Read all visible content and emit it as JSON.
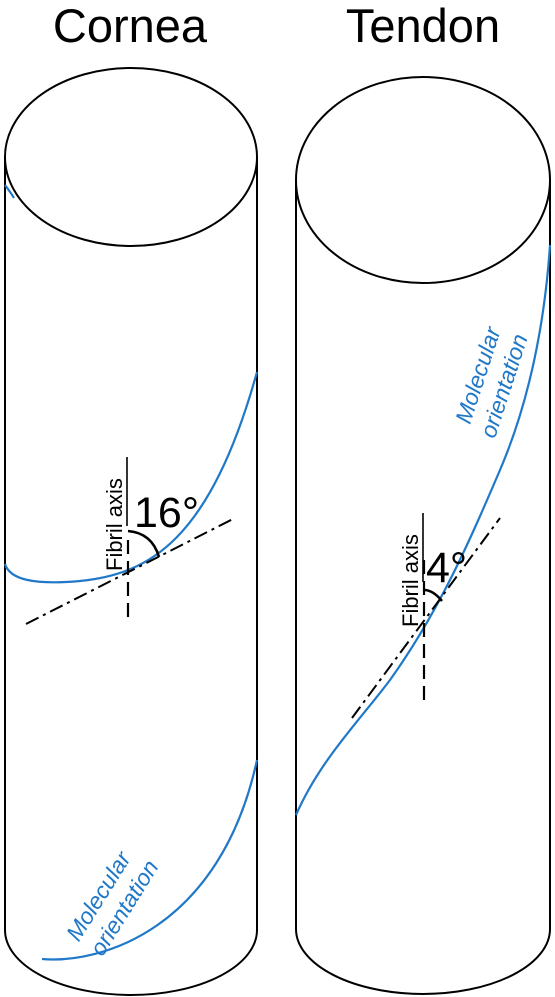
{
  "colors": {
    "outline": "#000000",
    "helix": "#1f78c8"
  },
  "panels": [
    {
      "title": "Cornea",
      "angle_label": "16°",
      "axis_label": "Fibril axis",
      "orientation_label_line1": "Molecular",
      "orientation_label_line2": "orientation",
      "tilt_angle_deg": 16
    },
    {
      "title": "Tendon",
      "angle_label": "4°",
      "axis_label": "Fibril axis",
      "orientation_label_line1": "Molecular",
      "orientation_label_line2": "orientation",
      "tilt_angle_deg": 4
    }
  ]
}
